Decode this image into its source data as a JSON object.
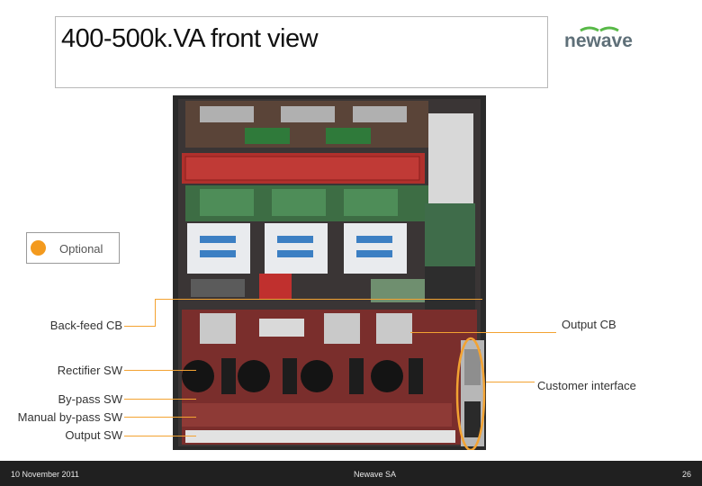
{
  "slide": {
    "title": "400-500k.VA front view",
    "logo_text": "newave",
    "legend": {
      "label": "Optional",
      "color": "#f39a1e"
    },
    "labels": {
      "back_feed_cb": "Back-feed CB",
      "rectifier_sw": "Rectifier SW",
      "bypass_sw": "By-pass SW",
      "manual_bypass_sw": "Manual by-pass SW",
      "output_sw": "Output SW",
      "output_cb": "Output CB",
      "customer_interface": "Customer interface"
    },
    "footer": {
      "date": "10 November 2011",
      "company": "Newave SA",
      "page": "26"
    }
  }
}
